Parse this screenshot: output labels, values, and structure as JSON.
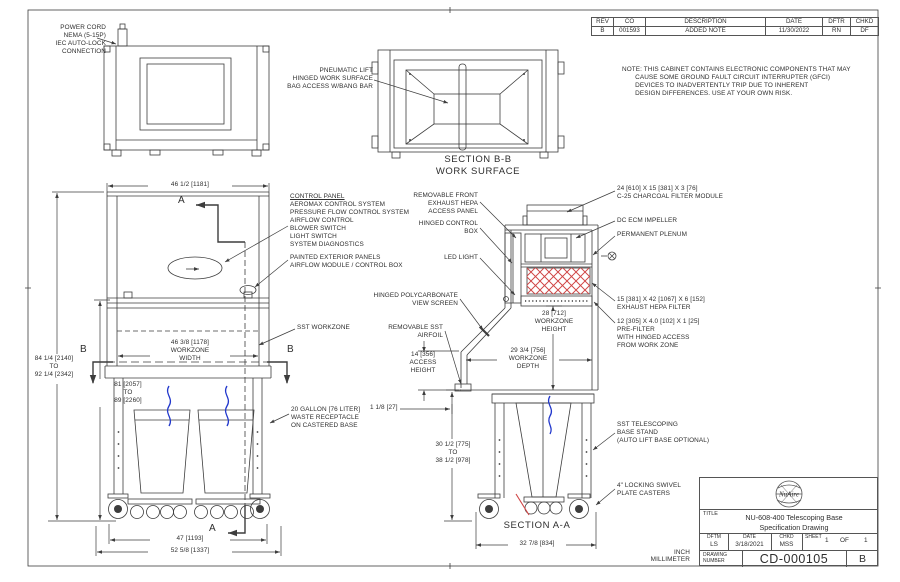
{
  "colors": {
    "line": "#3d3d3d",
    "hatch_red": "#d04545",
    "cord_blue": "#2238cc"
  },
  "rev_table": {
    "headers": [
      "REV",
      "CO",
      "DESCRIPTION",
      "DATE",
      "DFTR",
      "CHKD"
    ],
    "rows": [
      [
        "B",
        "001593",
        "ADDED NOTE",
        "11/30/2022",
        "RN",
        "DF"
      ]
    ]
  },
  "note": "NOTE: THIS CABINET CONTAINS ELECTRONIC COMPONENTS THAT MAY\n       CAUSE SOME GROUND FAULT CIRCUIT INTERRUPTER (GFCI)\n       DEVICES TO INADVERTENTLY TRIP DUE TO INHERENT\n       DESIGN DIFFERENCES. USE AT YOUR OWN RISK.",
  "callouts": {
    "power_cord": "POWER CORD\nNEMA (5-15P)\nIEC AUTO-LOCK\nCONNECTION",
    "pneumatic_lift": "PNEUMATIC LIFT\nHINGED WORK SURFACE\nBAG ACCESS W/BANG BAR",
    "control_panel_title": "CONTROL PANEL",
    "control_panel_items": "AEROMAX CONTROL SYSTEM\nPRESSURE FLOW CONTROL SYSTEM\nAIRFLOW CONTROL\nBLOWER SWITCH\nLIGHT SWITCH\nSYSTEM DIAGNOSTICS",
    "painted_panels": "PAINTED EXTERIOR PANELS\nAIRFLOW MODULE / CONTROL BOX",
    "removable_front_panel": "REMOVABLE FRONT\nEXHAUST HEPA\nACCESS PANEL",
    "hinged_control_box": "HINGED CONTROL\nBOX",
    "led_light": "LED LIGHT",
    "view_screen": "HINGED POLYCARBONATE\nVIEW SCREEN",
    "airfoil": "REMOVABLE SST\nAIRFOIL",
    "sst_workzone": "SST WORKZONE",
    "waste_receptacle": "20 GALLON [76 LITER]\nWASTE RECEPTACLE\nON CASTERED BASE",
    "charcoal_module": "24 [610] X 15 [381] X 3 [76]\nC-25 CHARCOAL FILTER MODULE",
    "impeller": "DC ECM IMPELLER",
    "plenum": "PERMANENT PLENUM",
    "exhaust_hepa_filter": "15 [381] X 42 [1067] X 6 [152]\nEXHAUST HEPA FILTER",
    "pre_filter": "12 [305] X 4.0 [102] X 1 [25]\nPRE-FILTER\nWITH HINGED ACCESS\nFROM WORK ZONE",
    "base_stand": "SST TELESCOPING\nBASE STAND\n(AUTO LIFT BASE OPTIONAL)",
    "casters": "4\" LOCKING SWIVEL\nPLATE CASTERS"
  },
  "dims": {
    "overall_width": "46 1/2 [1181]",
    "workzone_width": "46 3/8 [1178]\nWORKZONE\nWIDTH",
    "overall_height_range": "84 1/4 [2140]\nTO\n92 1/4 [2342]",
    "clear_height_range": "81 [2057]\nTO\n89 [2260]",
    "base_width": "47 [1193]",
    "overall_base_width": "52 5/8 [1337]",
    "workzone_height": "28 [712]\nWORKZONE\nHEIGHT",
    "workzone_depth": "29 3/4 [756]\nWORKZONE\nDEPTH",
    "access_height": "14 [356]\nACCESS\nHEIGHT",
    "airfoil_gap": "1 1/8 [27]",
    "worktop_height_range": "30 1/2 [775]\nTO\n38 1/2 [978]",
    "section_depth": "32 7/8 [834]"
  },
  "sections": {
    "bb_label": "SECTION B-B",
    "bb_sublabel": "WORK SURFACE",
    "aa_label": "SECTION A-A",
    "cut_a": "A",
    "cut_b": "B"
  },
  "units": {
    "inch": "INCH",
    "millimeter": "MILLIMETER"
  },
  "title_block": {
    "title_label": "TITLE",
    "title_line1": "NU-608-400 Telescoping Base",
    "title_line2": "Specification Drawing",
    "dftm_label": "DFTM",
    "dftm": "LS",
    "date_label": "DATE",
    "date": "3/18/2021",
    "chkd_label": "CHKD",
    "chkd": "MSS",
    "sheet_label": "SHEET",
    "sheet_number": "1",
    "of_label": "OF",
    "sheet_total": "1",
    "drawing_number_label": "DRAWING\nNUMBER",
    "drawing_number": "CD-000105",
    "revision": "B",
    "logo_text": "NuAire"
  }
}
